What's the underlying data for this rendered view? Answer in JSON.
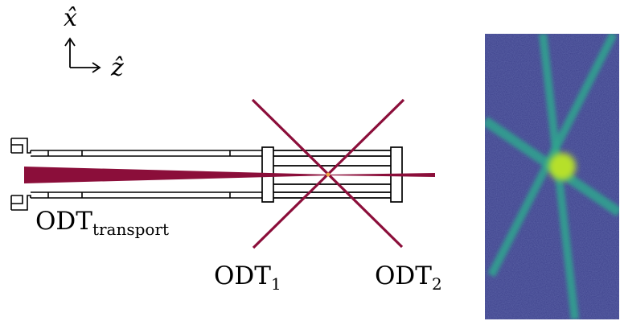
{
  "axes": {
    "vertical_label": "x̂",
    "horizontal_label": "ẑ"
  },
  "beams": {
    "transport": {
      "main": "ODT",
      "sub": "transport"
    },
    "odt1": {
      "main": "ODT",
      "sub": "1"
    },
    "odt2": {
      "main": "ODT",
      "sub": "2"
    }
  },
  "colors": {
    "beam": "#8b0e3a",
    "atom_dot": "#f0a040",
    "background": "#ffffff",
    "fluorescence_bg": "#3b3f8a",
    "fluorescence_beam": "#2fa58e",
    "fluorescence_core": "#b6e02a"
  }
}
